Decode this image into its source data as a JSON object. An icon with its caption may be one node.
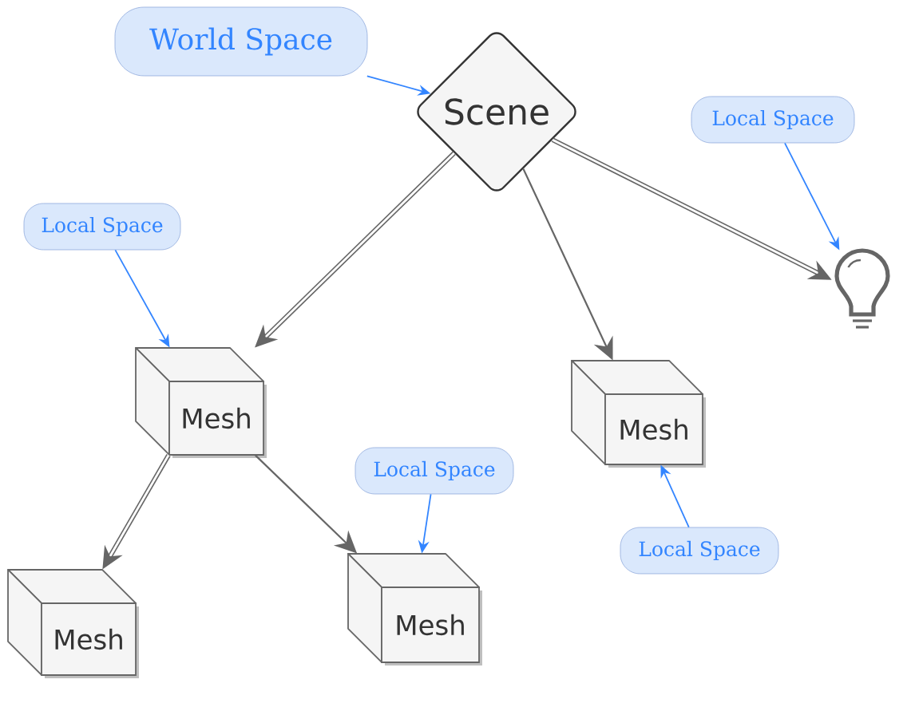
{
  "diagram": {
    "nodes": [
      {
        "text": [
          "World Space"
        ]
      },
      {
        "text": [
          "Scene"
        ]
      },
      {
        "text": [
          "Local Space"
        ]
      },
      {
        "text": [
          "Local Space"
        ]
      },
      {
        "text": [],
        "shape": "lightbulb"
      },
      {
        "text": [
          "Mesh"
        ]
      },
      {
        "text": [
          "Mesh"
        ]
      },
      {
        "text": [
          "Local Space"
        ]
      },
      {
        "text": [
          "Local Space"
        ]
      },
      {
        "text": [
          "Mesh"
        ]
      },
      {
        "text": [
          "Mesh"
        ]
      }
    ],
    "edges": [
      {
        "from": 0,
        "to": 1,
        "arrow": "to",
        "color": "#3385ff"
      },
      {
        "from": 2,
        "to": 4,
        "arrow": "to",
        "color": "#3385ff"
      },
      {
        "from": 1,
        "to": 5,
        "arrow": "to",
        "style": "thick",
        "color": "#666666"
      },
      {
        "from": 1,
        "to": 6,
        "arrow": "to",
        "color": "#666666"
      },
      {
        "from": 1,
        "to": 4,
        "arrow": "to",
        "style": "thick",
        "color": "#666666"
      },
      {
        "from": 3,
        "to": 5,
        "arrow": "to",
        "color": "#3385ff"
      },
      {
        "from": 5,
        "to": 9,
        "arrow": "to",
        "style": "thick",
        "color": "#666666"
      },
      {
        "from": 5,
        "to": 10,
        "arrow": "to",
        "color": "#666666"
      },
      {
        "from": 7,
        "to": 10,
        "arrow": "to",
        "color": "#3385ff"
      },
      {
        "from": 8,
        "to": 6,
        "arrow": "to",
        "color": "#3385ff"
      }
    ]
  }
}
